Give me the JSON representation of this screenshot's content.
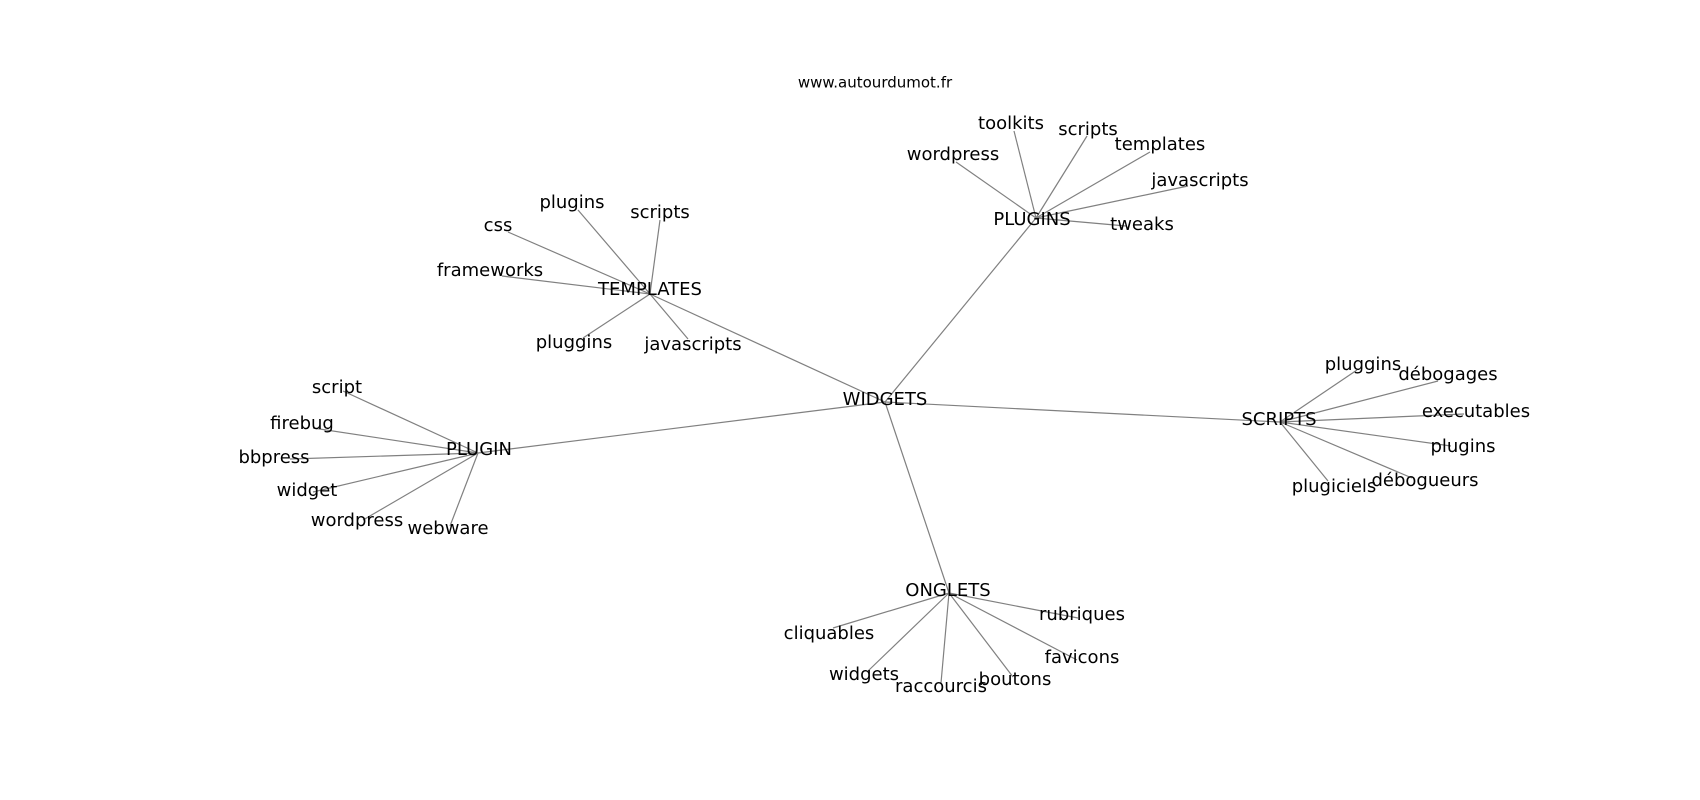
{
  "watermark": "www.autourdumot.fr",
  "colors": {
    "edge": "#808080",
    "text": "#000000",
    "background": "#ffffff"
  },
  "graph": {
    "center": "WIDGETS",
    "hubs": [
      {
        "label": "TEMPLATES",
        "leaves": [
          "plugins",
          "scripts",
          "css",
          "frameworks",
          "pluggins",
          "javascripts"
        ]
      },
      {
        "label": "PLUGINS",
        "leaves": [
          "toolkits",
          "scripts",
          "templates",
          "wordpress",
          "javascripts",
          "tweaks"
        ]
      },
      {
        "label": "PLUGIN",
        "leaves": [
          "script",
          "firebug",
          "bbpress",
          "widget",
          "wordpress",
          "webware"
        ]
      },
      {
        "label": "SCRIPTS",
        "leaves": [
          "pluggins",
          "débogages",
          "executables",
          "plugins",
          "débogueurs",
          "plugiciels"
        ]
      },
      {
        "label": "ONGLETS",
        "leaves": [
          "rubriques",
          "cliquables",
          "favicons",
          "widgets",
          "boutons",
          "raccourcis"
        ]
      }
    ]
  }
}
